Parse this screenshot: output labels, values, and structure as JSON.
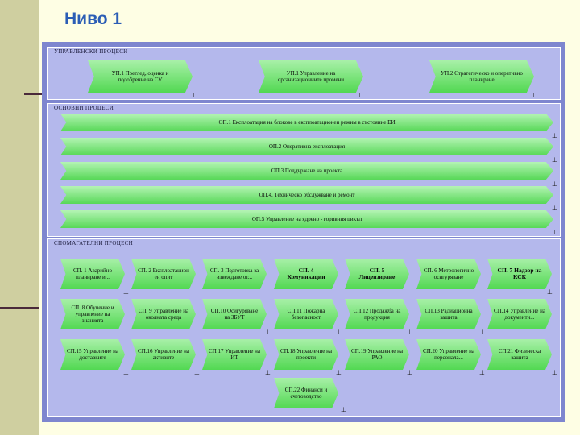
{
  "slide": {
    "title": "Ниво 1"
  },
  "sections": {
    "management": {
      "label": "УПРАВЛЕНСКИ ПРОЦЕСИ",
      "items": [
        "УП.1 Преглед, оценка и подобрение на СУ",
        "УП.1 Управление на организационните промени",
        "УП.2 Стратегическо и оперативно планиране"
      ]
    },
    "core": {
      "label": "ОСНОВНИ ПРОЦЕСИ",
      "items": [
        "ОП.1 Експлоатация на блокове в експлоатационен режим в състояние ЕИ",
        "ОП.2 Оперативна експлоатация",
        "ОП.3 Поддържане на проекта",
        "ОП.4. Техническо обслужване и ремонт",
        "ОП.5 Управление на ядрено - горивния цикъл"
      ]
    },
    "support": {
      "label": "СПОМАГАТЕЛНИ ПРОЦЕСИ",
      "items": [
        "СП. 1 Аварийно планиране и...",
        "СП. 2 Експлоатацион ен опит",
        "СП. 3 Подготовка за извеждане от...",
        "СП. 4 Комуникации",
        "СП. 5 Лицензиране",
        "СП. 6 Метрологично осигуряване",
        "СП. 7 Надзор на КСК",
        "СП. 8 Обучение и управление на знанията",
        "СП. 9 Управление на околната среда",
        "СП.10 Осигуряване на ЗБУТ",
        "СП.11 Пожарна безопасност",
        "СП.12 Продажба на продукция",
        "СП.13 Радиационна защита",
        "СП.14 Управление на документи...",
        "СП.15 Управление на доставките",
        "СП.16 Управление на активите",
        "СП.17 Управление на ИТ",
        "СП.18 Управление на проекти",
        "СП.19 Управление на РАО",
        "СП.20 Управление на персонала...",
        "СП.21 Физическа защита",
        "СП.22 Финанси и счетоводство"
      ]
    }
  },
  "icons": {
    "subprocess": "subprocess-link-icon"
  }
}
